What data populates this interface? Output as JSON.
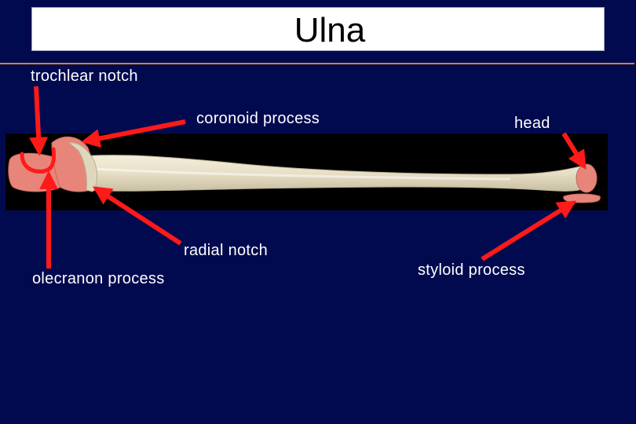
{
  "title": "Ulna",
  "labels": {
    "trochlear_notch": "trochlear notch",
    "coronoid_process": "coronoid process",
    "head": "head",
    "radial_notch": "radial notch",
    "olecranon_process": "olecranon process",
    "styloid_process": "styloid process"
  },
  "colors": {
    "background": "#020a4f",
    "accent_rule": "#d8812b",
    "arrow": "#ff1a1a",
    "bone": "#e9e2cc",
    "highlight": "#e8857a"
  }
}
